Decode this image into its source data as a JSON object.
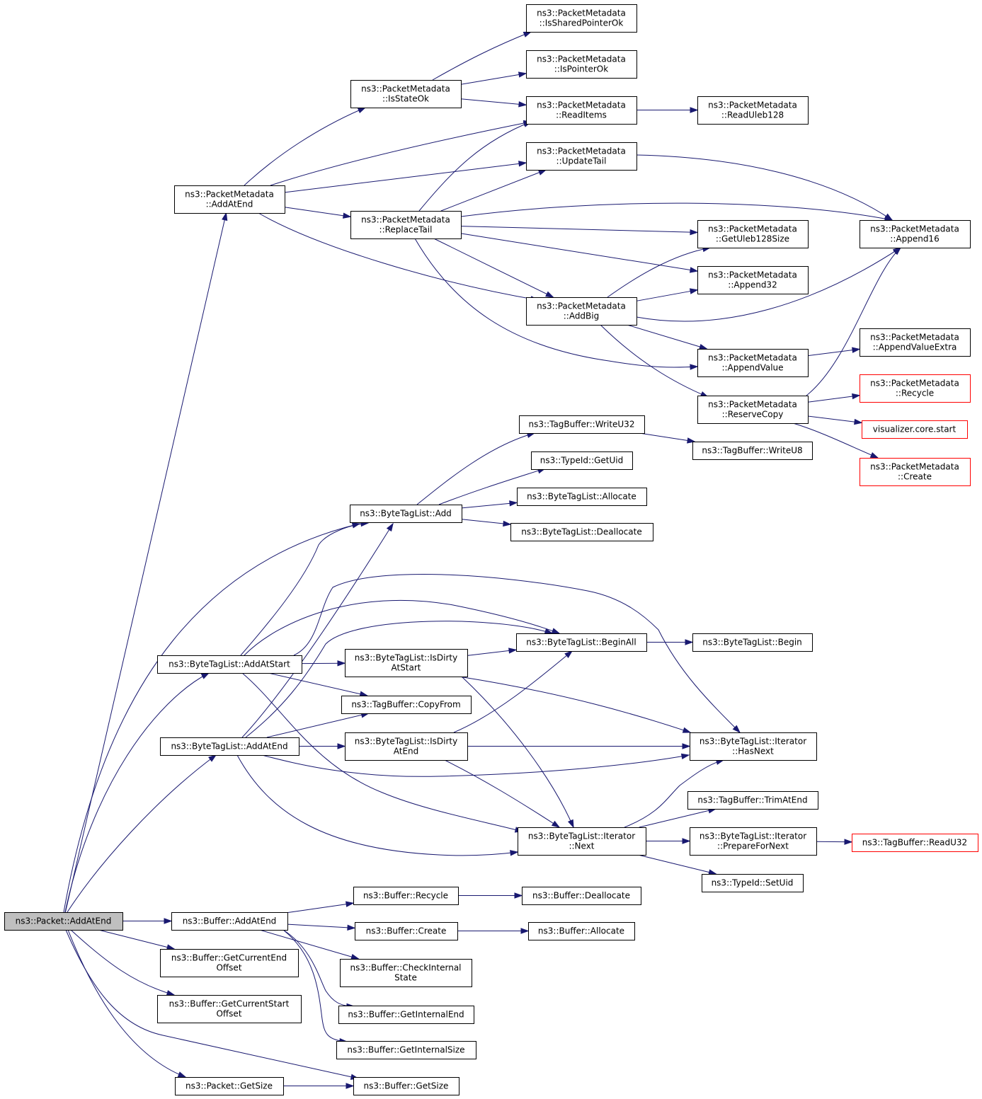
{
  "colors": {
    "edge": "#191970",
    "node_border": "#000000",
    "node_fill": "#ffffff",
    "root_fill": "#bfbfbf",
    "truncated_border": "#ff0000"
  },
  "nodes": {
    "packet_addatend": {
      "lines": [
        "ns3::Packet::AddAtEnd"
      ],
      "root": true
    },
    "pm_addatend": {
      "lines": [
        "ns3::PacketMetadata",
        "::AddAtEnd"
      ]
    },
    "pm_isstateok": {
      "lines": [
        "ns3::PacketMetadata",
        "::IsStateOk"
      ]
    },
    "pm_issharedpointerok": {
      "lines": [
        "ns3::PacketMetadata",
        "::IsSharedPointerOk"
      ]
    },
    "pm_ispointerok": {
      "lines": [
        "ns3::PacketMetadata",
        "::IsPointerOk"
      ]
    },
    "pm_readitems": {
      "lines": [
        "ns3::PacketMetadata",
        "::ReadItems"
      ]
    },
    "pm_readuleb128": {
      "lines": [
        "ns3::PacketMetadata",
        "::ReadUleb128"
      ]
    },
    "pm_updatetail": {
      "lines": [
        "ns3::PacketMetadata",
        "::UpdateTail"
      ]
    },
    "pm_replacetail": {
      "lines": [
        "ns3::PacketMetadata",
        "::ReplaceTail"
      ]
    },
    "pm_append16": {
      "lines": [
        "ns3::PacketMetadata",
        "::Append16"
      ]
    },
    "pm_getuleb128size": {
      "lines": [
        "ns3::PacketMetadata",
        "::GetUleb128Size"
      ]
    },
    "pm_append32": {
      "lines": [
        "ns3::PacketMetadata",
        "::Append32"
      ]
    },
    "pm_addbig": {
      "lines": [
        "ns3::PacketMetadata",
        "::AddBig"
      ]
    },
    "pm_appendvalueextra": {
      "lines": [
        "ns3::PacketMetadata",
        "::AppendValueExtra"
      ]
    },
    "pm_appendvalue": {
      "lines": [
        "ns3::PacketMetadata",
        "::AppendValue"
      ]
    },
    "pm_recycle": {
      "lines": [
        "ns3::PacketMetadata",
        "::Recycle"
      ],
      "truncated": true
    },
    "pm_reservecopy": {
      "lines": [
        "ns3::PacketMetadata",
        "::ReserveCopy"
      ]
    },
    "viz_core_start": {
      "lines": [
        "visualizer.core.start"
      ],
      "truncated": true
    },
    "pm_create": {
      "lines": [
        "ns3::PacketMetadata",
        "::Create"
      ],
      "truncated": true
    },
    "tb_writeu32": {
      "lines": [
        "ns3::TagBuffer::WriteU32"
      ]
    },
    "tb_writeu8": {
      "lines": [
        "ns3::TagBuffer::WriteU8"
      ]
    },
    "typeid_getuid": {
      "lines": [
        "ns3::TypeId::GetUid"
      ]
    },
    "btl_allocate": {
      "lines": [
        "ns3::ByteTagList::Allocate"
      ]
    },
    "btl_add": {
      "lines": [
        "ns3::ByteTagList::Add"
      ]
    },
    "btl_deallocate": {
      "lines": [
        "ns3::ByteTagList::Deallocate"
      ]
    },
    "btl_beginall": {
      "lines": [
        "ns3::ByteTagList::BeginAll"
      ]
    },
    "btl_begin": {
      "lines": [
        "ns3::ByteTagList::Begin"
      ]
    },
    "btl_addatstart": {
      "lines": [
        "ns3::ByteTagList::AddAtStart"
      ]
    },
    "btl_isdirtyatstart": {
      "lines": [
        "ns3::ByteTagList::IsDirty",
        "AtStart"
      ]
    },
    "tb_copyfrom": {
      "lines": [
        "ns3::TagBuffer::CopyFrom"
      ]
    },
    "btl_addatend": {
      "lines": [
        "ns3::ByteTagList::AddAtEnd"
      ]
    },
    "btl_isdirtyatend": {
      "lines": [
        "ns3::ByteTagList::IsDirty",
        "AtEnd"
      ]
    },
    "btli_hasnext": {
      "lines": [
        "ns3::ByteTagList::Iterator",
        "::HasNext"
      ]
    },
    "tb_trimatend": {
      "lines": [
        "ns3::TagBuffer::TrimAtEnd"
      ]
    },
    "btli_next": {
      "lines": [
        "ns3::ByteTagList::Iterator",
        "::Next"
      ]
    },
    "btli_preparefornext": {
      "lines": [
        "ns3::ByteTagList::Iterator",
        "::PrepareForNext"
      ]
    },
    "tb_readu32": {
      "lines": [
        "ns3::TagBuffer::ReadU32"
      ],
      "truncated": true
    },
    "typeid_setuid": {
      "lines": [
        "ns3::TypeId::SetUid"
      ]
    },
    "buf_recycle": {
      "lines": [
        "ns3::Buffer::Recycle"
      ]
    },
    "buf_deallocate": {
      "lines": [
        "ns3::Buffer::Deallocate"
      ]
    },
    "buf_addatend": {
      "lines": [
        "ns3::Buffer::AddAtEnd"
      ]
    },
    "buf_create": {
      "lines": [
        "ns3::Buffer::Create"
      ]
    },
    "buf_allocate": {
      "lines": [
        "ns3::Buffer::Allocate"
      ]
    },
    "buf_getcurrentendoffset": {
      "lines": [
        "ns3::Buffer::GetCurrentEnd",
        "Offset"
      ]
    },
    "buf_checkinternalstate": {
      "lines": [
        "ns3::Buffer::CheckInternal",
        "State"
      ]
    },
    "buf_getcurrentstartoffset": {
      "lines": [
        "ns3::Buffer::GetCurrentStart",
        "Offset"
      ]
    },
    "buf_getinternalend": {
      "lines": [
        "ns3::Buffer::GetInternalEnd"
      ]
    },
    "buf_getinternalsize": {
      "lines": [
        "ns3::Buffer::GetInternalSize"
      ]
    },
    "packet_getsize": {
      "lines": [
        "ns3::Packet::GetSize"
      ]
    },
    "buf_getsize": {
      "lines": [
        "ns3::Buffer::GetSize"
      ]
    }
  },
  "edges": [
    [
      "packet_addatend",
      "pm_addatend"
    ],
    [
      "packet_addatend",
      "btl_add"
    ],
    [
      "packet_addatend",
      "btl_addatstart"
    ],
    [
      "packet_addatend",
      "btl_addatend"
    ],
    [
      "packet_addatend",
      "buf_addatend"
    ],
    [
      "packet_addatend",
      "buf_getcurrentendoffset"
    ],
    [
      "packet_addatend",
      "buf_getcurrentstartoffset"
    ],
    [
      "packet_addatend",
      "packet_getsize"
    ],
    [
      "packet_addatend",
      "buf_getsize"
    ],
    [
      "pm_addatend",
      "pm_isstateok"
    ],
    [
      "pm_addatend",
      "pm_readitems"
    ],
    [
      "pm_addatend",
      "pm_updatetail"
    ],
    [
      "pm_addatend",
      "pm_replacetail"
    ],
    [
      "pm_addatend",
      "pm_addbig"
    ],
    [
      "pm_isstateok",
      "pm_issharedpointerok"
    ],
    [
      "pm_isstateok",
      "pm_ispointerok"
    ],
    [
      "pm_isstateok",
      "pm_readitems"
    ],
    [
      "pm_readitems",
      "pm_readuleb128"
    ],
    [
      "pm_updatetail",
      "pm_append16"
    ],
    [
      "pm_replacetail",
      "pm_readitems"
    ],
    [
      "pm_replacetail",
      "pm_updatetail"
    ],
    [
      "pm_replacetail",
      "pm_append16"
    ],
    [
      "pm_replacetail",
      "pm_getuleb128size"
    ],
    [
      "pm_replacetail",
      "pm_append32"
    ],
    [
      "pm_replacetail",
      "pm_addbig"
    ],
    [
      "pm_replacetail",
      "pm_appendvalue"
    ],
    [
      "pm_addbig",
      "pm_getuleb128size"
    ],
    [
      "pm_addbig",
      "pm_append32"
    ],
    [
      "pm_addbig",
      "pm_append16"
    ],
    [
      "pm_addbig",
      "pm_appendvalue"
    ],
    [
      "pm_addbig",
      "pm_reservecopy"
    ],
    [
      "pm_appendvalue",
      "pm_appendvalueextra"
    ],
    [
      "pm_reservecopy",
      "pm_append16"
    ],
    [
      "pm_reservecopy",
      "pm_recycle"
    ],
    [
      "pm_reservecopy",
      "viz_core_start"
    ],
    [
      "pm_reservecopy",
      "pm_create"
    ],
    [
      "btl_add",
      "tb_writeu32"
    ],
    [
      "btl_add",
      "typeid_getuid"
    ],
    [
      "btl_add",
      "btl_allocate"
    ],
    [
      "btl_add",
      "btl_deallocate"
    ],
    [
      "tb_writeu32",
      "tb_writeu8"
    ],
    [
      "btl_addatstart",
      "btl_add"
    ],
    [
      "btl_addatstart",
      "btl_beginall"
    ],
    [
      "btl_addatstart",
      "btl_isdirtyatstart"
    ],
    [
      "btl_addatstart",
      "tb_copyfrom"
    ],
    [
      "btl_addatstart",
      "btli_hasnext"
    ],
    [
      "btl_addatstart",
      "btli_next"
    ],
    [
      "btl_isdirtyatstart",
      "btl_beginall"
    ],
    [
      "btl_isdirtyatstart",
      "btli_hasnext"
    ],
    [
      "btl_isdirtyatstart",
      "btli_next"
    ],
    [
      "btl_beginall",
      "btl_begin"
    ],
    [
      "btl_addatend",
      "btl_add"
    ],
    [
      "btl_addatend",
      "btl_beginall"
    ],
    [
      "btl_addatend",
      "tb_copyfrom"
    ],
    [
      "btl_addatend",
      "btl_isdirtyatend"
    ],
    [
      "btl_addatend",
      "btli_hasnext"
    ],
    [
      "btl_addatend",
      "btli_next"
    ],
    [
      "btl_isdirtyatend",
      "btl_beginall"
    ],
    [
      "btl_isdirtyatend",
      "btli_hasnext"
    ],
    [
      "btl_isdirtyatend",
      "btli_next"
    ],
    [
      "btli_next",
      "btli_hasnext"
    ],
    [
      "btli_next",
      "tb_trimatend"
    ],
    [
      "btli_next",
      "btli_preparefornext"
    ],
    [
      "btli_next",
      "typeid_setuid"
    ],
    [
      "btli_preparefornext",
      "tb_readu32"
    ],
    [
      "buf_addatend",
      "buf_recycle"
    ],
    [
      "buf_addatend",
      "buf_create"
    ],
    [
      "buf_addatend",
      "buf_checkinternalstate"
    ],
    [
      "buf_addatend",
      "buf_getinternalend"
    ],
    [
      "buf_addatend",
      "buf_getinternalsize"
    ],
    [
      "buf_recycle",
      "buf_deallocate"
    ],
    [
      "buf_create",
      "buf_allocate"
    ],
    [
      "packet_getsize",
      "buf_getsize"
    ]
  ]
}
